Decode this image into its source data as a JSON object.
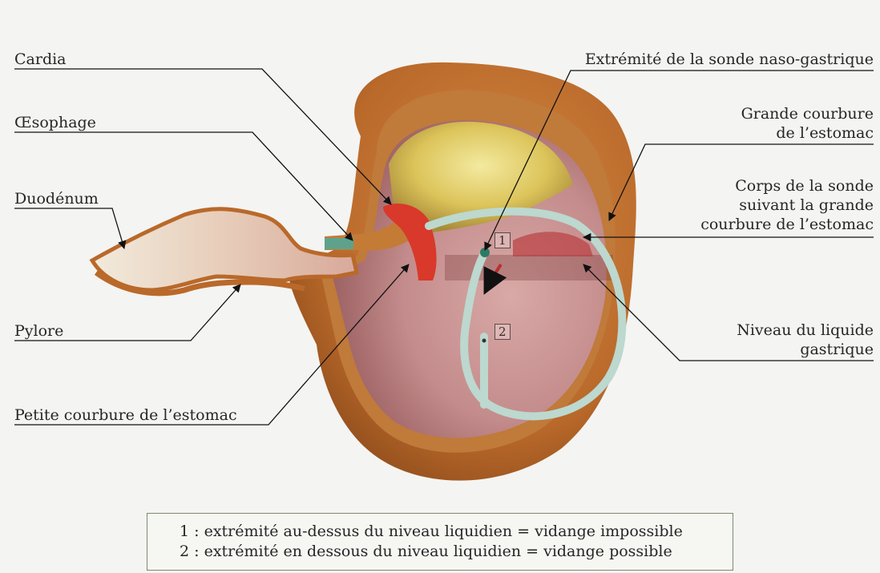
{
  "labels": {
    "cardia": "Cardia",
    "oesophage": "Œsophage",
    "duodenum": "Duodénum",
    "pylore": "Pylore",
    "petite_courbure": "Petite courbure de l’estomac",
    "extremite_sonde": "Extrémité de la sonde naso-gastrique",
    "grande_courbure_l1": "Grande courbure",
    "grande_courbure_l2": "de l’estomac",
    "corps_sonde_l1": "Corps de la sonde",
    "corps_sonde_l2": "suivant la grande",
    "corps_sonde_l3": "courbure de l’estomac",
    "niveau_liquide_l1": "Niveau du liquide",
    "niveau_liquide_l2": "gastrique"
  },
  "markers": {
    "tip1": "1",
    "tip2": "2"
  },
  "legend": {
    "line1": "1 : extrémité au-dessus du niveau liquidien = vidange impossible",
    "line2": "2 : extrémité en dessous du niveau liquidien = vidange possible"
  },
  "colors": {
    "outer_wall": "#b9692a",
    "mucosa": "#c98a8a",
    "fundus": "#e7d46a",
    "cardia_red": "#d8392a",
    "tube": "#bcd8cf"
  }
}
